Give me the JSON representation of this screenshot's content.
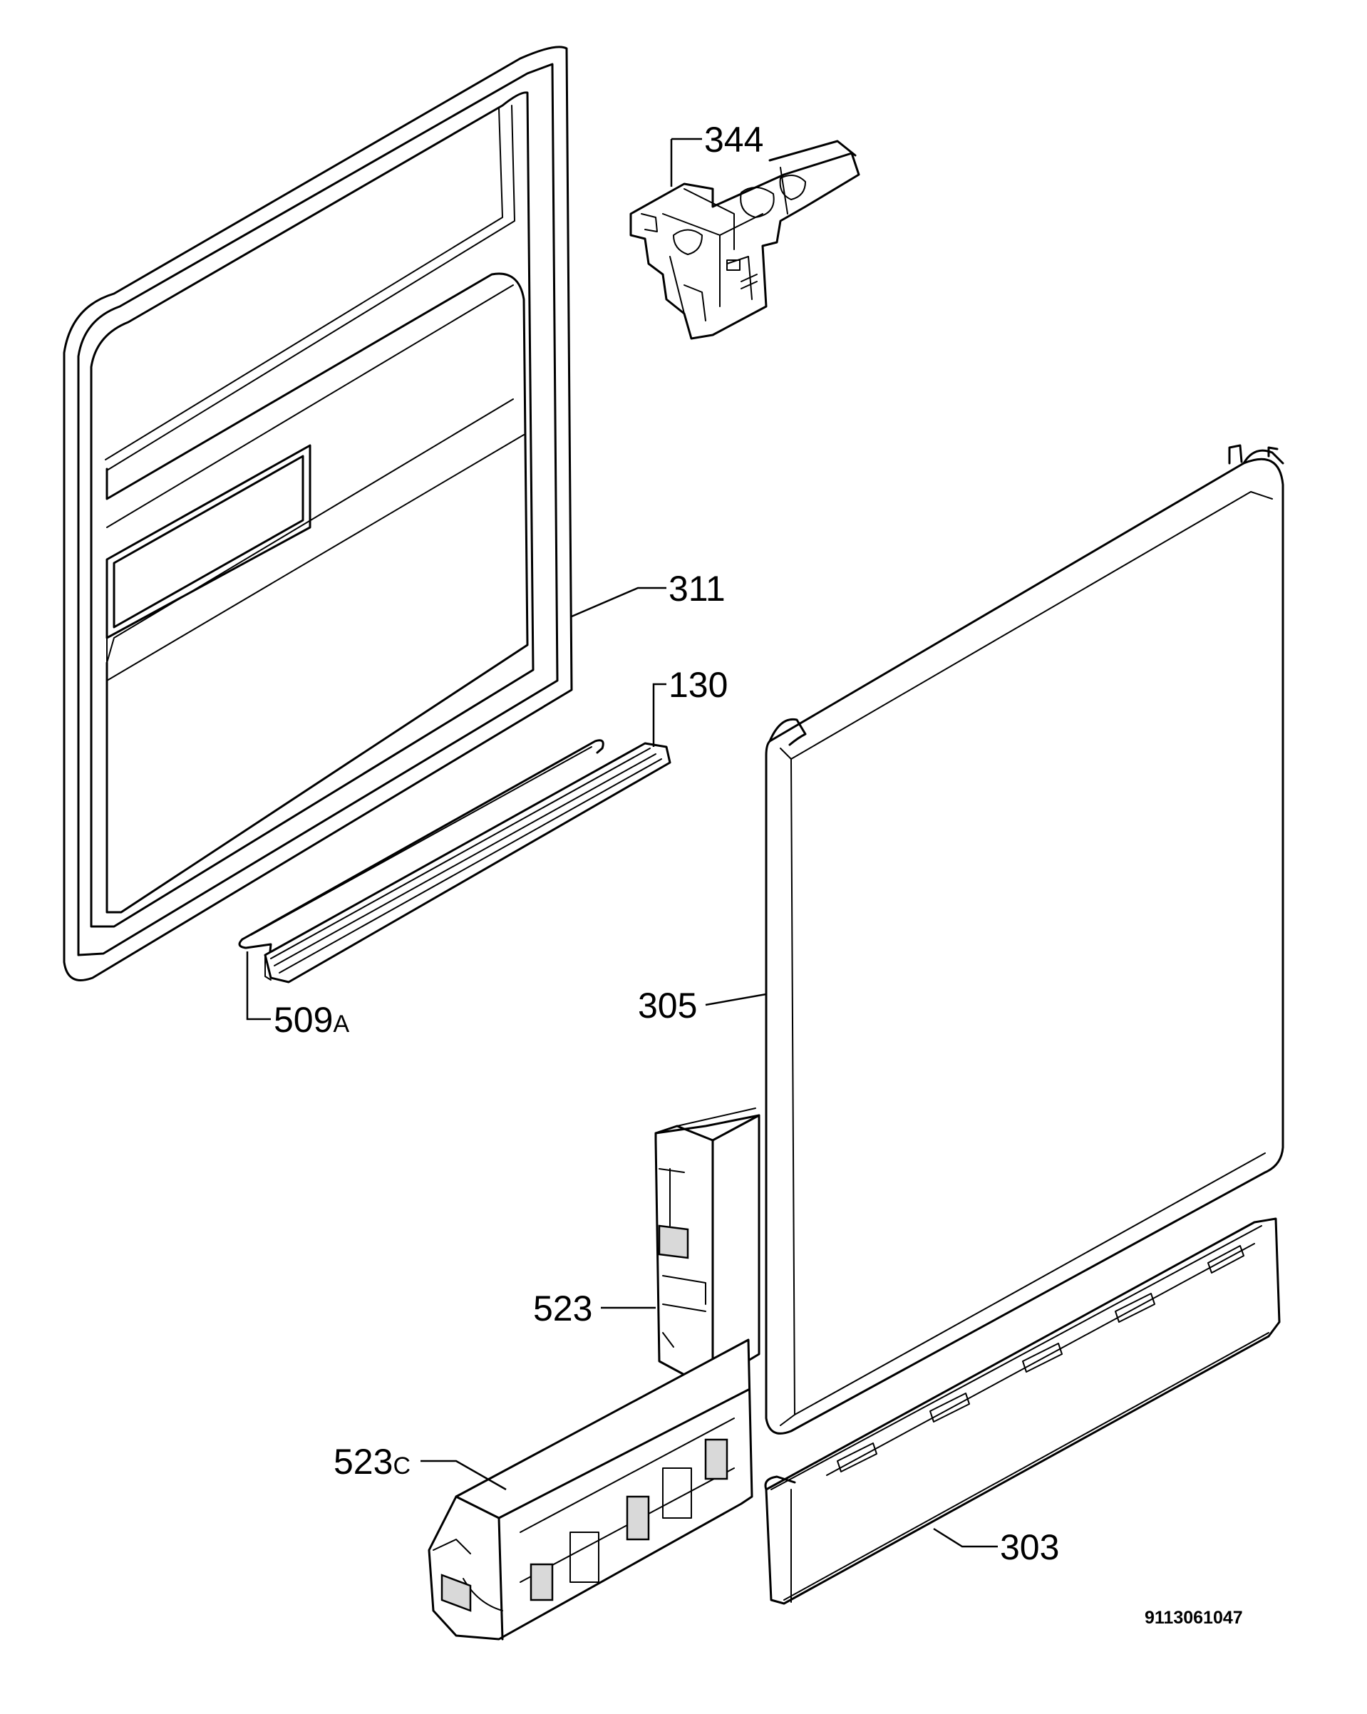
{
  "diagram": {
    "document_number": "9113061047",
    "parts": [
      {
        "id": "inner-door",
        "number": "311",
        "suffix": ""
      },
      {
        "id": "door-lock",
        "number": "344",
        "suffix": ""
      },
      {
        "id": "door-seal",
        "number": "130",
        "suffix": ""
      },
      {
        "id": "seal-wire",
        "number": "509",
        "suffix": "A"
      },
      {
        "id": "outer-door-panel",
        "number": "305",
        "suffix": ""
      },
      {
        "id": "control-panel-base",
        "number": "303",
        "suffix": ""
      },
      {
        "id": "side-profile",
        "number": "523",
        "suffix": ""
      },
      {
        "id": "bottom-profile",
        "number": "523",
        "suffix": "C"
      }
    ]
  }
}
